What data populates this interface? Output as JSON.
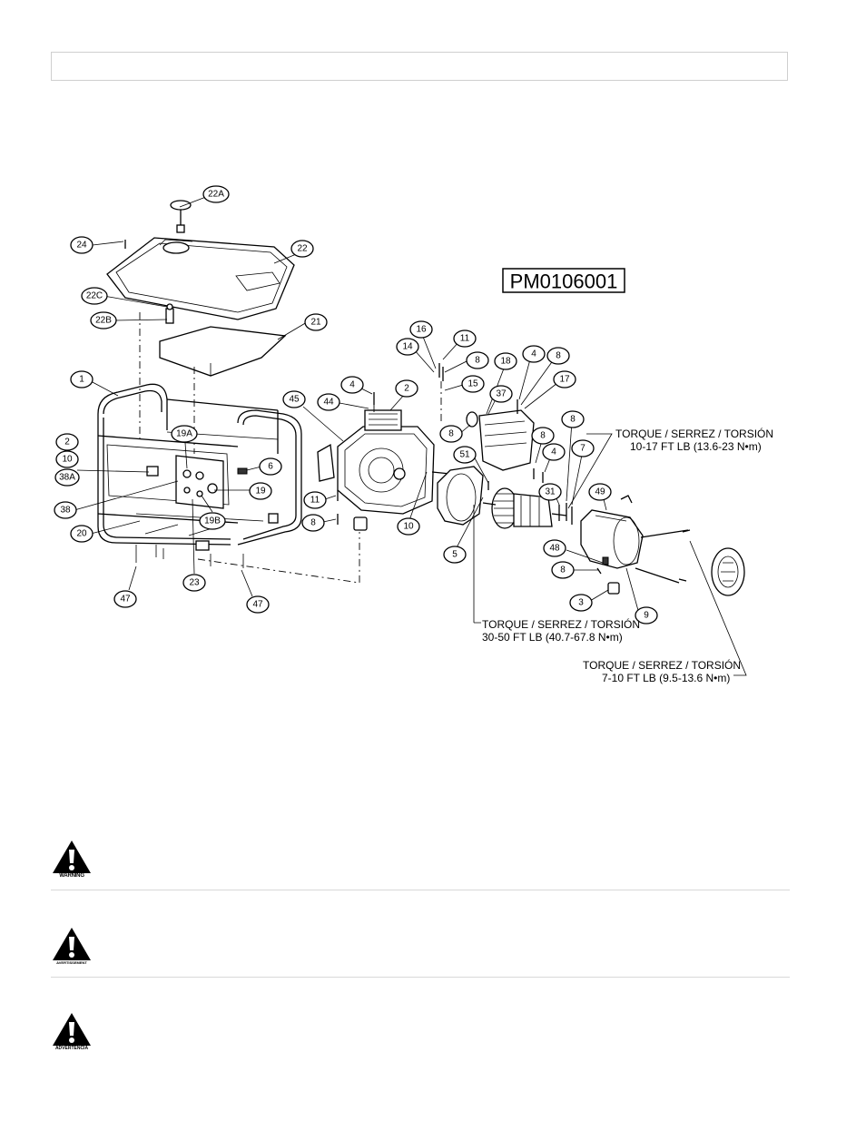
{
  "diagram": {
    "model_code": "PM0106001",
    "callouts": {
      "c22A": "22A",
      "c24": "24",
      "c22": "22",
      "c22C": "22C",
      "c22B": "22B",
      "c21": "21",
      "c1": "1",
      "c2a": "2",
      "c10a": "10",
      "c38A": "38A",
      "c38": "38",
      "c20": "20",
      "c19A": "19A",
      "c6": "6",
      "c19": "19",
      "c19B": "19B",
      "c23": "23",
      "c47a": "47",
      "c47b": "47",
      "c45": "45",
      "c44": "44",
      "c4a": "4",
      "c2b": "2",
      "c11a": "11",
      "c8a": "8",
      "c10b": "10",
      "c16": "16",
      "c14": "14",
      "c11b": "11",
      "c8b": "8",
      "c15": "15",
      "c18": "18",
      "c37": "37",
      "c8c": "8",
      "c4b": "4",
      "c8d": "8",
      "c17": "17",
      "c8e": "8",
      "c4c": "4",
      "c8f": "8",
      "c7": "7",
      "c51": "51",
      "c31": "31",
      "c49": "49",
      "c5": "5",
      "c48": "48",
      "c8g": "8",
      "c3": "3",
      "c9": "9"
    },
    "torque_notes": [
      {
        "title": "TORQUE / SERREZ / TORSIÓN",
        "value": "10-17 FT LB (13.6-23 N•m)"
      },
      {
        "title": "TORQUE / SERREZ / TORSIÓN",
        "value": "30-50 FT LB (40.7-67.8 N•m)"
      },
      {
        "title": "TORQUE / SERREZ / TORSIÓN",
        "value": "7-10 FT LB (9.5-13.6 N•m)"
      }
    ]
  },
  "warnings": [
    {
      "label": "WARNING"
    },
    {
      "label": "AVERTISSEMENT"
    },
    {
      "label": "ADVERTENCIA"
    }
  ]
}
